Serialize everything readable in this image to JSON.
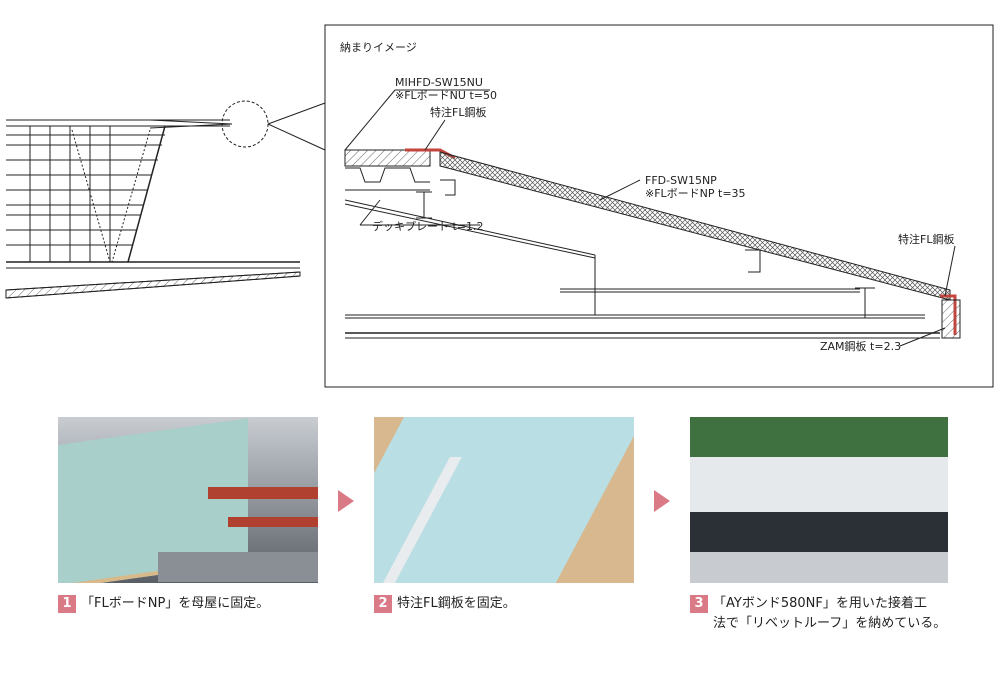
{
  "detail_title": "納まりイメージ",
  "labels": {
    "top_panel_code": "MIHFD-SW15NU",
    "top_panel_spec": "※FLボードNU t=50",
    "special_steel_top": "特注FL鋼板",
    "slope_panel_code": "FFD-SW15NP",
    "slope_panel_spec": "※FLボードNP t=35",
    "deck_plate": "デッキプレート t=1.2",
    "special_steel_right": "特注FL鋼板",
    "zam_plate": "ZAM鋼板 t=2.3"
  },
  "steps": [
    {
      "number": "1",
      "text": "「FLボードNP」を母屋に固定。"
    },
    {
      "number": "2",
      "text": "特注FL鋼板を固定。"
    },
    {
      "number": "3",
      "line1": "「AYボンド580NF」を用いた接着工",
      "line2": "法で「リベットルーフ」を納めている。"
    }
  ],
  "colors": {
    "accent": "#d97a86",
    "panel_hatch": "#555555",
    "steel_red": "#c4453e",
    "line": "#222222"
  }
}
